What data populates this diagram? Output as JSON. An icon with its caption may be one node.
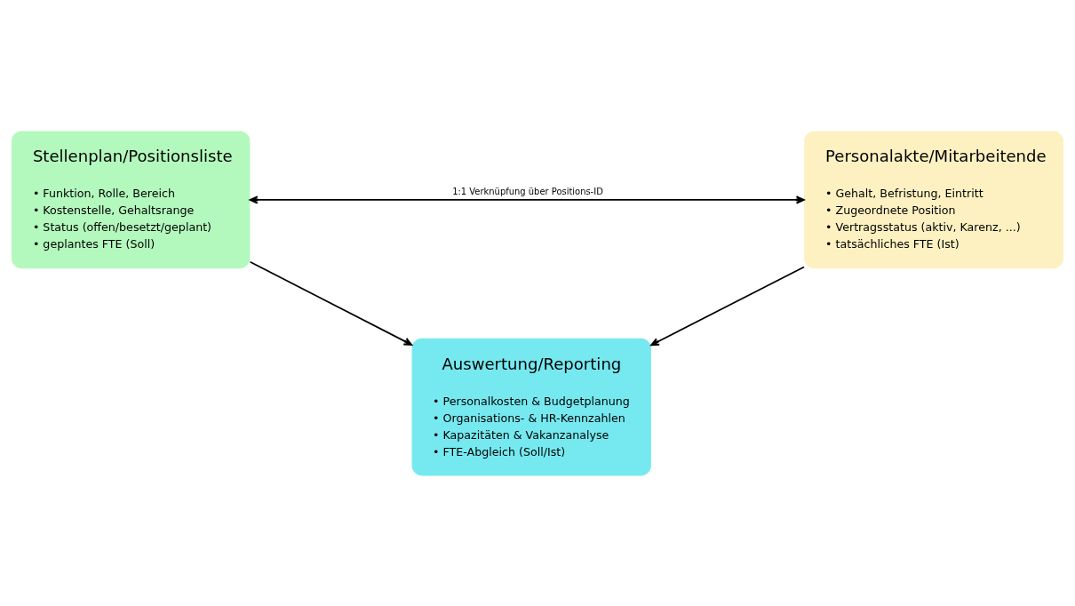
{
  "diagram": {
    "nodes": [
      {
        "text": [
          "Stellenplan/Positionsliste",
          "• Funktion, Rolle, Bereich",
          "• Kostenstelle, Gehaltsrange",
          "• Status (offen/besetzt/geplant)",
          "• geplantes FTE (Soll)"
        ]
      },
      {
        "text": [
          "Personalakte/Mitarbeitende",
          "• Gehalt, Befristung, Eintritt",
          "• Zugeordnete Position",
          "• Vertragsstatus (aktiv, Karenz, ...)",
          "• tatsächliches FTE (Ist)"
        ]
      },
      {
        "text": [
          "Auswertung/Reporting",
          "• Personalkosten & Budgetplanung",
          "• Organisations- & HR-Kennzahlen",
          "• Kapazitäten & Vakanzanalyse",
          "• FTE-Abgleich (Soll/Ist)"
        ]
      }
    ],
    "edges": [
      {
        "from": 0,
        "to": 1,
        "arrow": "both",
        "label": "1:1 Verknüpfung über Positions-ID"
      },
      {
        "from": 0,
        "to": 2,
        "arrow": "to"
      },
      {
        "from": 1,
        "to": 2,
        "arrow": "to"
      }
    ]
  }
}
